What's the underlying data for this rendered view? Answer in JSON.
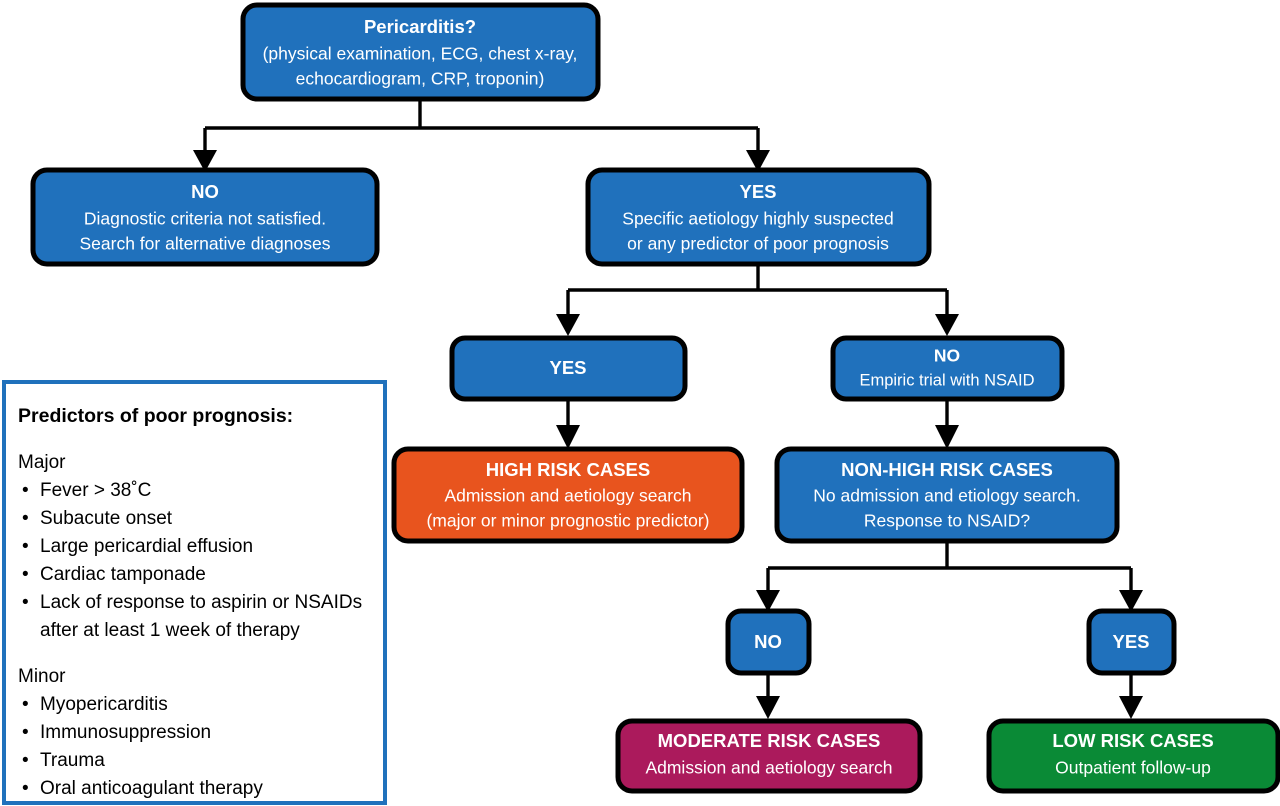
{
  "diagram": {
    "title": "Pericarditis diagnostic and triage flowchart",
    "colors": {
      "blue": "#2071BC",
      "orange": "#E8541E",
      "magenta": "#AB1A5C",
      "green": "#0A8A36",
      "outline": "#000000",
      "legend_border": "#2071BC",
      "text_light": "#ffffff",
      "text_dark": "#000000",
      "background": "#ffffff"
    },
    "nodes": {
      "root": {
        "id": "pericarditis-question",
        "color_key": "blue",
        "lines": [
          {
            "text": "Pericarditis?",
            "bold": true
          },
          {
            "text": "(physical examination, ECG, chest x-ray,",
            "bold": false
          },
          {
            "text": "echocardiogram, CRP, troponin)",
            "bold": false
          }
        ]
      },
      "no_branch": {
        "id": "no-diagnostic-criteria",
        "color_key": "blue",
        "lines": [
          {
            "text": "NO",
            "bold": true
          },
          {
            "text": "Diagnostic criteria not satisfied.",
            "bold": false
          },
          {
            "text": "Search for alternative diagnoses",
            "bold": false
          }
        ]
      },
      "yes_branch": {
        "id": "yes-specific-aetiology",
        "color_key": "blue",
        "lines": [
          {
            "text": "YES",
            "bold": true
          },
          {
            "text": "Specific aetiology highly suspected",
            "bold": false
          },
          {
            "text": "or any predictor of poor prognosis",
            "bold": false
          }
        ]
      },
      "yes_small": {
        "id": "yes-aetiology-confirmed",
        "color_key": "blue",
        "lines": [
          {
            "text": "YES",
            "bold": true
          }
        ]
      },
      "no_empiric": {
        "id": "no-empiric-trial",
        "color_key": "blue",
        "lines": [
          {
            "text": "NO",
            "bold": true
          },
          {
            "text": "Empiric trial with NSAID",
            "bold": false
          }
        ]
      },
      "high_risk": {
        "id": "high-risk-cases",
        "color_key": "orange",
        "lines": [
          {
            "text": "HIGH RISK CASES",
            "bold": true
          },
          {
            "text": "Admission and aetiology search",
            "bold": false
          },
          {
            "text": "(major or minor prognostic predictor)",
            "bold": false
          }
        ]
      },
      "non_high_risk": {
        "id": "non-high-risk-cases",
        "color_key": "blue",
        "lines": [
          {
            "text": "NON-HIGH RISK CASES",
            "bold": true
          },
          {
            "text": "No admission and etiology search.",
            "bold": false
          },
          {
            "text": "Response to NSAID?",
            "bold": false
          }
        ]
      },
      "no_response": {
        "id": "no-response-to-nsaid",
        "color_key": "blue",
        "lines": [
          {
            "text": "NO",
            "bold": true
          }
        ]
      },
      "yes_response": {
        "id": "yes-response-to-nsaid",
        "color_key": "blue",
        "lines": [
          {
            "text": "YES",
            "bold": true
          }
        ]
      },
      "moderate_risk": {
        "id": "moderate-risk-cases",
        "color_key": "magenta",
        "lines": [
          {
            "text": "MODERATE RISK CASES",
            "bold": true
          },
          {
            "text": "Admission and aetiology search",
            "bold": false
          }
        ]
      },
      "low_risk": {
        "id": "low-risk-cases",
        "color_key": "green",
        "lines": [
          {
            "text": "LOW RISK CASES",
            "bold": true
          },
          {
            "text": "Outpatient follow-up",
            "bold": false
          }
        ]
      }
    },
    "legend": {
      "title": "Predictors of poor prognosis:",
      "groups": [
        {
          "heading": "Major",
          "items": [
            "Fever > 38˚C",
            "Subacute onset",
            "Large pericardial effusion",
            "Cardiac tamponade",
            "Lack of response to aspirin or NSAIDs",
            "after at least 1 week of therapy"
          ],
          "continuation_index": 5
        },
        {
          "heading": "Minor",
          "items": [
            "Myopericarditis",
            "Immunosuppression",
            "Trauma",
            "Oral anticoagulant therapy"
          ],
          "continuation_index": -1
        }
      ],
      "bullet_glyph": "•"
    }
  }
}
